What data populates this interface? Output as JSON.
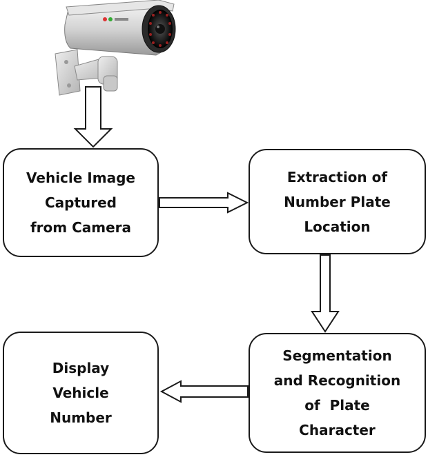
{
  "diagram": {
    "nodes": [
      {
        "id": "capture",
        "label": "Vehicle Image\nCaptured\nfrom Camera"
      },
      {
        "id": "extract",
        "label": "Extraction of\nNumber Plate\nLocation"
      },
      {
        "id": "segment",
        "label": "Segmentation\nand Recognition\nof  Plate\nCharacter"
      },
      {
        "id": "display",
        "label": "Display\nVehicle\nNumber"
      }
    ],
    "edges": [
      {
        "from": "camera",
        "to": "capture"
      },
      {
        "from": "capture",
        "to": "extract"
      },
      {
        "from": "extract",
        "to": "segment"
      },
      {
        "from": "segment",
        "to": "display"
      }
    ],
    "camera_icon": "cctv-camera-icon"
  }
}
